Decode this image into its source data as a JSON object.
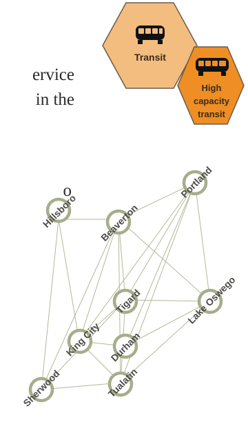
{
  "text_fragments": [
    "ervice",
    "in the",
    "o"
  ],
  "legend": {
    "transit": {
      "label": "Transit",
      "icon": "bus-icon",
      "color": "#f3bd7f"
    },
    "high_capacity": {
      "line1": "High",
      "line2": "capacity",
      "line3": "transit",
      "icon": "bus-icon",
      "color": "#ee8e25"
    }
  },
  "nodes": {
    "hillsboro": "Hillsboro",
    "beaverton": "Beaverton",
    "portland": "Portland",
    "tigard": "Tigard",
    "lake_oswego": "Lake Oswego",
    "king_city": "King City",
    "durham": "Durham",
    "sherwood": "Sherwood",
    "tualatin": "Tualatin"
  },
  "colors": {
    "node_ring": "#a5ae8a",
    "edge": "#b2b896",
    "label": "#4d4a47"
  }
}
